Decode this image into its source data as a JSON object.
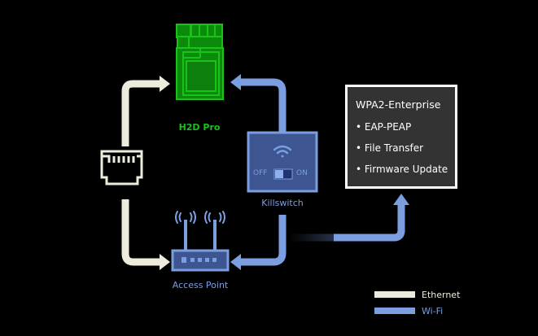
{
  "colors": {
    "background": "#000000",
    "ethernet": "#ecebdc",
    "wifi": "#7b9ee0",
    "h2d_green": "#19b319",
    "h2d_green_dark": "#0b7a0b",
    "killswitch_fill": "#3d5591",
    "router_fill": "#3d5591",
    "wpa_box_fill": "#333333"
  },
  "nodes": {
    "h2d": {
      "label": "H2D Pro"
    },
    "killswitch": {
      "label": "Killswitch",
      "toggle_off": "OFF",
      "toggle_on": "ON"
    },
    "access_point": {
      "label": "Access Point"
    },
    "ethernet_port": {
      "label": ""
    }
  },
  "wpa_box": {
    "title": "WPA2-Enterprise",
    "items": [
      "• EAP-PEAP",
      "• File Transfer",
      "• Firmware Update"
    ]
  },
  "legend": [
    {
      "label": "Ethernet",
      "type": "ethernet"
    },
    {
      "label": "Wi-Fi",
      "type": "wifi"
    }
  ],
  "connections": [
    {
      "from": "ethernet_port",
      "to": "h2d",
      "type": "ethernet"
    },
    {
      "from": "ethernet_port",
      "to": "access_point",
      "type": "ethernet"
    },
    {
      "from": "killswitch",
      "to": "h2d",
      "type": "wifi"
    },
    {
      "from": "killswitch",
      "to": "access_point",
      "type": "wifi"
    },
    {
      "from": "killswitch",
      "to": "wpa_box",
      "type": "wifi"
    }
  ]
}
